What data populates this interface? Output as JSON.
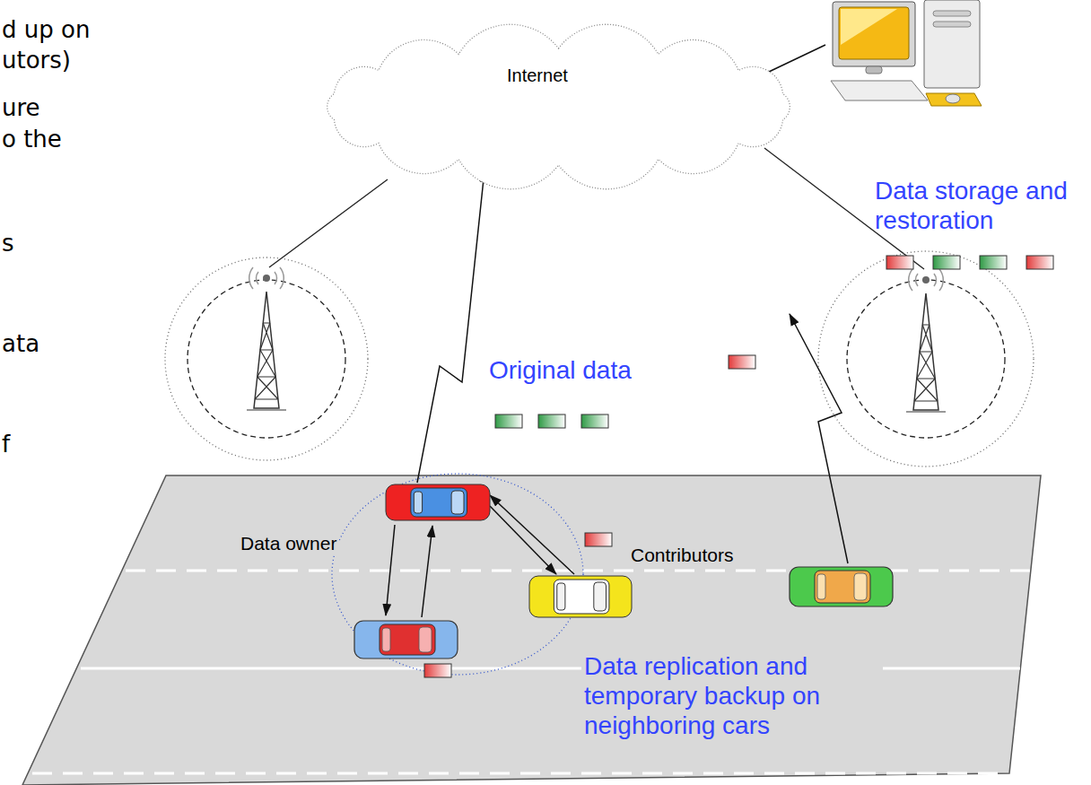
{
  "diagram": {
    "nodes": [
      {
        "text": [
          "Internet"
        ]
      },
      {
        "text": [
          "Data storage and restoration"
        ]
      },
      {
        "text": [
          "Data owner"
        ]
      },
      {
        "text": [
          "Contributors"
        ]
      }
    ],
    "edges": [
      {
        "from": 1,
        "to": 0,
        "arrow": "none"
      },
      {
        "from": 2,
        "to": 0,
        "arrow": "to"
      },
      {
        "from": 2,
        "to": 3,
        "arrow": "to"
      },
      {
        "from": 3,
        "to": 2,
        "arrow": "to"
      }
    ],
    "labels": [
      "d up on",
      "utors)",
      "ure",
      "o the",
      "s",
      "ata",
      "f",
      "Original data",
      "Data replication and temporary backup on neighboring cars"
    ]
  }
}
